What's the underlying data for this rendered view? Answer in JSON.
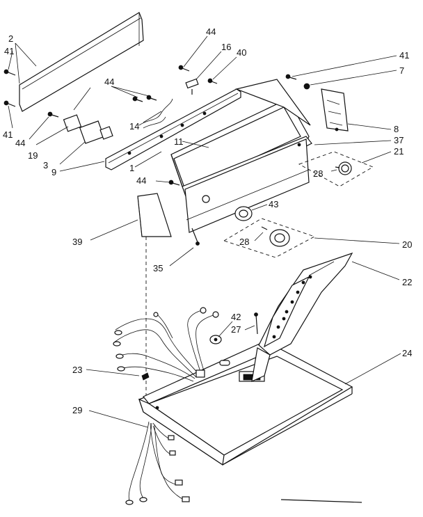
{
  "diagram": {
    "part_callouts": [
      {
        "id": "c2",
        "text": "2"
      },
      {
        "id": "c41a",
        "text": "41"
      },
      {
        "id": "c41b",
        "text": "41"
      },
      {
        "id": "c44a",
        "text": "44"
      },
      {
        "id": "c16",
        "text": "16"
      },
      {
        "id": "c40",
        "text": "40"
      },
      {
        "id": "c41c",
        "text": "41"
      },
      {
        "id": "c7",
        "text": "7"
      },
      {
        "id": "c44b",
        "text": "44"
      },
      {
        "id": "c14",
        "text": "14"
      },
      {
        "id": "c44c",
        "text": "44"
      },
      {
        "id": "c19",
        "text": "19"
      },
      {
        "id": "c11",
        "text": "11"
      },
      {
        "id": "c8",
        "text": "8"
      },
      {
        "id": "c37",
        "text": "37"
      },
      {
        "id": "c21",
        "text": "21"
      },
      {
        "id": "c3",
        "text": "3"
      },
      {
        "id": "c9",
        "text": "9"
      },
      {
        "id": "c1",
        "text": "1"
      },
      {
        "id": "c28a",
        "text": "28"
      },
      {
        "id": "c44d",
        "text": "44"
      },
      {
        "id": "c43",
        "text": "43"
      },
      {
        "id": "c39",
        "text": "39"
      },
      {
        "id": "c28b",
        "text": "28"
      },
      {
        "id": "c20",
        "text": "20"
      },
      {
        "id": "c35",
        "text": "35"
      },
      {
        "id": "c22",
        "text": "22"
      },
      {
        "id": "c42",
        "text": "42"
      },
      {
        "id": "c27",
        "text": "27"
      },
      {
        "id": "c24",
        "text": "24"
      },
      {
        "id": "c23",
        "text": "23"
      },
      {
        "id": "c29",
        "text": "29"
      }
    ]
  }
}
